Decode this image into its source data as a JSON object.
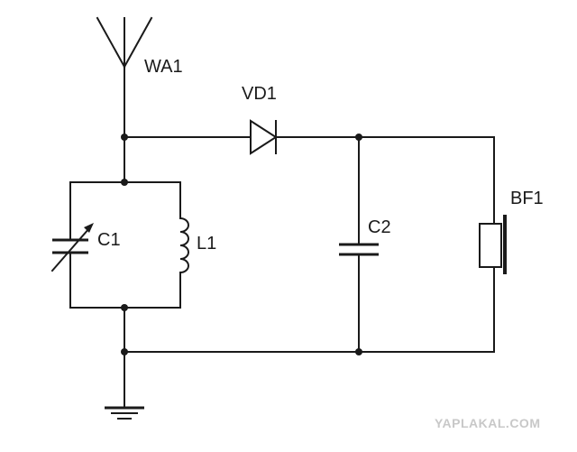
{
  "labels": {
    "antenna": "WA1",
    "diode": "VD1",
    "variable_capacitor": "C1",
    "inductor": "L1",
    "capacitor": "C2",
    "headphone": "BF1"
  },
  "watermark": "YAPLAKAL.COM"
}
